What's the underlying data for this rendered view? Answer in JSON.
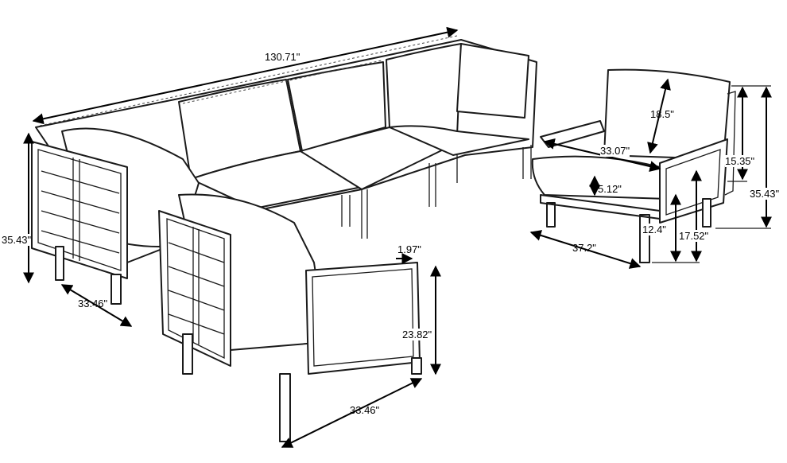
{
  "dimensions": {
    "overall_length": "130.71\"",
    "seat_depth_chair": "18.5\"",
    "seat_width_chair": "33.07\"",
    "back_height_chair": "15.35\"",
    "total_height_chair": "35.43\"",
    "cushion_thickness": "5.12\"",
    "seat_clearance": "12.4\"",
    "seat_height": "17.52\"",
    "chair_width": "37.2\"",
    "sofa_height": "35.43\"",
    "corner_depth": "33.46\"",
    "arm_width": "1.97\"",
    "arm_height": "23.82\"",
    "armchair_depth": "33.46\""
  }
}
